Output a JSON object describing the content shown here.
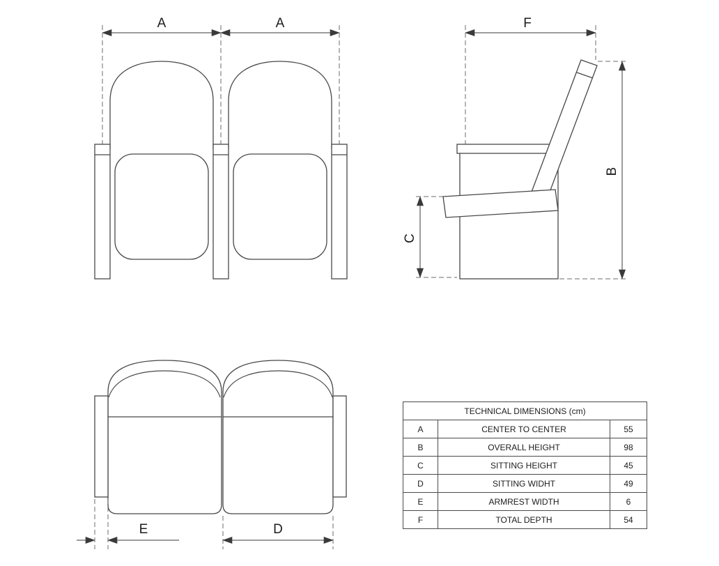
{
  "sheet": {
    "title": "technical dimension drawing of folding auditorium seats",
    "colors": {
      "line": "#474747",
      "dimension": "#3a3a3a",
      "text": "#1c1c1c"
    },
    "front_view": {
      "dim_a_left": "A",
      "dim_a_right": "A"
    },
    "side_view": {
      "dim_f": "F",
      "dim_b": "B",
      "dim_c": "C"
    },
    "rear_view": {
      "dim_e": "E",
      "dim_d": "D"
    }
  },
  "table": {
    "title": "TECHNICAL DIMENSIONS (cm)",
    "rows": [
      {
        "letter": "A",
        "label": "CENTER TO CENTER",
        "value": "55"
      },
      {
        "letter": "B",
        "label": "OVERALL HEIGHT",
        "value": "98"
      },
      {
        "letter": "C",
        "label": "SITTING HEIGHT",
        "value": "45"
      },
      {
        "letter": "D",
        "label": "SITTING WIDHT",
        "value": "49"
      },
      {
        "letter": "E",
        "label": "ARMREST WIDTH",
        "value": "6"
      },
      {
        "letter": "F",
        "label": "TOTAL DEPTH",
        "value": "54"
      }
    ]
  }
}
